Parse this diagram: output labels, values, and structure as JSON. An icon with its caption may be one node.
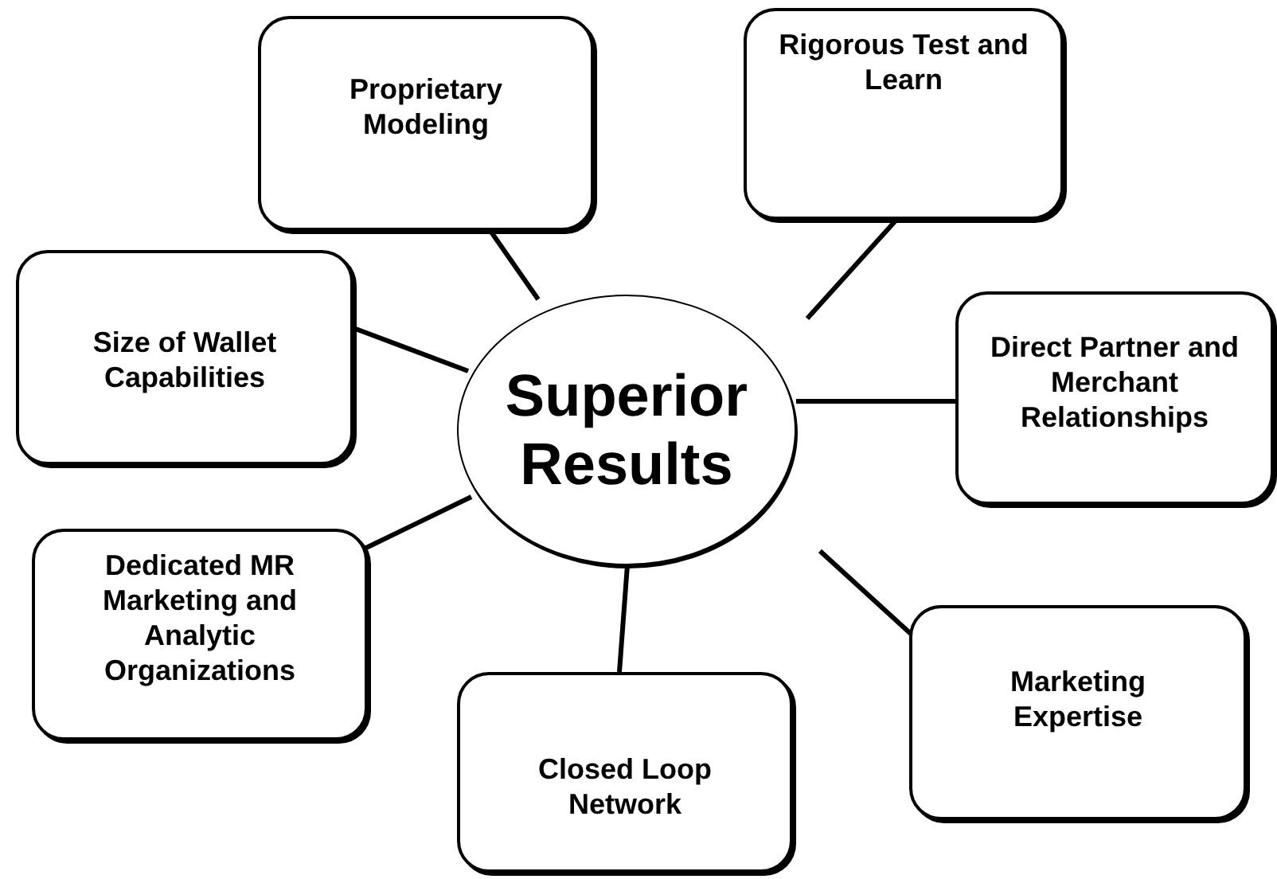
{
  "diagram": {
    "nodes": [
      {
        "text": [
          "Proprietary Modeling"
        ]
      },
      {
        "text": [
          "Rigorous Test and Learn"
        ]
      },
      {
        "text": [
          "Size of Wallet Capabilities"
        ]
      },
      {
        "text": [
          "Superior Results"
        ]
      },
      {
        "text": [
          "Direct Partner and Merchant Relationships"
        ]
      },
      {
        "text": [
          "Dedicated MR Marketing and Analytic Organizations"
        ]
      },
      {
        "text": [
          "Marketing Expertise"
        ]
      },
      {
        "text": [
          "Closed Loop Network"
        ]
      }
    ],
    "edges": [
      {
        "from": 3,
        "to": 0,
        "arrow": "none"
      },
      {
        "from": 3,
        "to": 1,
        "arrow": "none"
      },
      {
        "from": 3,
        "to": 2,
        "arrow": "none"
      },
      {
        "from": 3,
        "to": 4,
        "arrow": "none"
      },
      {
        "from": 3,
        "to": 5,
        "arrow": "none"
      },
      {
        "from": 3,
        "to": 6,
        "arrow": "none"
      },
      {
        "from": 3,
        "to": 7,
        "arrow": "none"
      }
    ]
  }
}
